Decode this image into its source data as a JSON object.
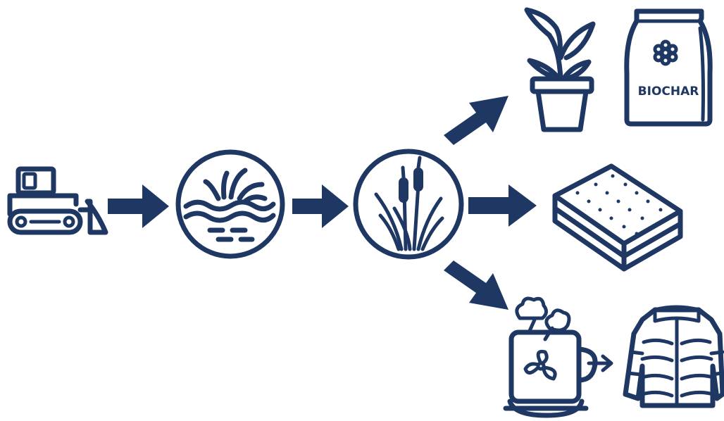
{
  "colors": {
    "primary": "#1f3763",
    "background": "#ffffff"
  },
  "nodes": [
    {
      "id": "bulldozer",
      "icon": "bulldozer-icon"
    },
    {
      "id": "wetland",
      "icon": "wetland-water-icon"
    },
    {
      "id": "cattail",
      "icon": "cattail-reed-icon"
    },
    {
      "id": "plant",
      "icon": "potted-plant-icon"
    },
    {
      "id": "biochar",
      "icon": "biochar-bag-icon",
      "label": "BIOCHAR"
    },
    {
      "id": "board",
      "icon": "insulation-board-icon"
    },
    {
      "id": "mug",
      "icon": "steaming-mug-icon"
    },
    {
      "id": "jacket",
      "icon": "puffer-jacket-icon"
    }
  ]
}
